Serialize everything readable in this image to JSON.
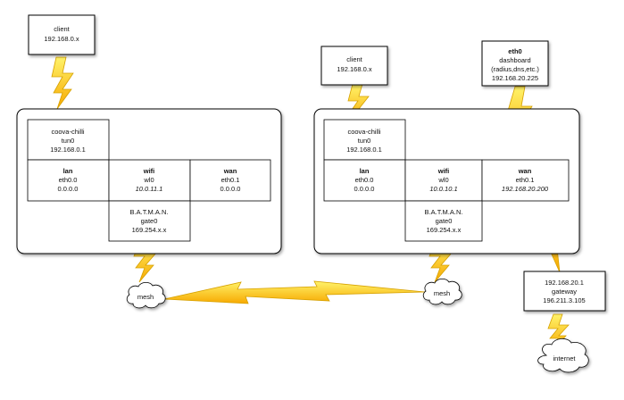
{
  "left_client": {
    "line1": "client",
    "line2": "192.168.0.x"
  },
  "left_router": {
    "chilli": {
      "line1": "coova-chilli",
      "line2": "tun0",
      "line3": "192.168.0.1"
    },
    "lan": {
      "title": "lan",
      "iface": "eth0.0",
      "addr": "0.0.0.0"
    },
    "wifi": {
      "title": "wifi",
      "iface": "wl0",
      "addr": "10.0.11.1"
    },
    "wan": {
      "title": "wan",
      "iface": "eth0.1",
      "addr": "0.0.0.0"
    },
    "batman": {
      "line1": "B.A.T.M.A.N.",
      "line2": "gate0",
      "line3": "169.254.x.x"
    }
  },
  "left_mesh": {
    "label": "mesh"
  },
  "right_client": {
    "line1": "client",
    "line2": "192.168.0.x"
  },
  "eth0_box": {
    "title": "eth0",
    "line2": "dashboard",
    "line3": "(radius,dns,etc.)",
    "line4": "192.168.20.225"
  },
  "right_router": {
    "chilli": {
      "line1": "coova-chilli",
      "line2": "tun0",
      "line3": "192.168.0.1"
    },
    "lan": {
      "title": "lan",
      "iface": "eth0.0",
      "addr": "0.0.0.0"
    },
    "wifi": {
      "title": "wifi",
      "iface": "wl0",
      "addr": "10.0.10.1"
    },
    "wan": {
      "title": "wan",
      "iface": "eth0.1",
      "addr": "192.168.20.200"
    },
    "batman": {
      "line1": "B.A.T.M.A.N.",
      "line2": "gate0",
      "line3": "169.254.x.x"
    }
  },
  "right_mesh": {
    "label": "mesh"
  },
  "gateway": {
    "line1": "192.168.20.1",
    "line2": "gateway",
    "line3": "196.211.3.105"
  },
  "internet": {
    "label": "internet"
  },
  "colors": {
    "bolt_fill_top": "#fff36a",
    "bolt_fill_bottom": "#f7a800",
    "bolt_stroke": "#d6a100"
  }
}
